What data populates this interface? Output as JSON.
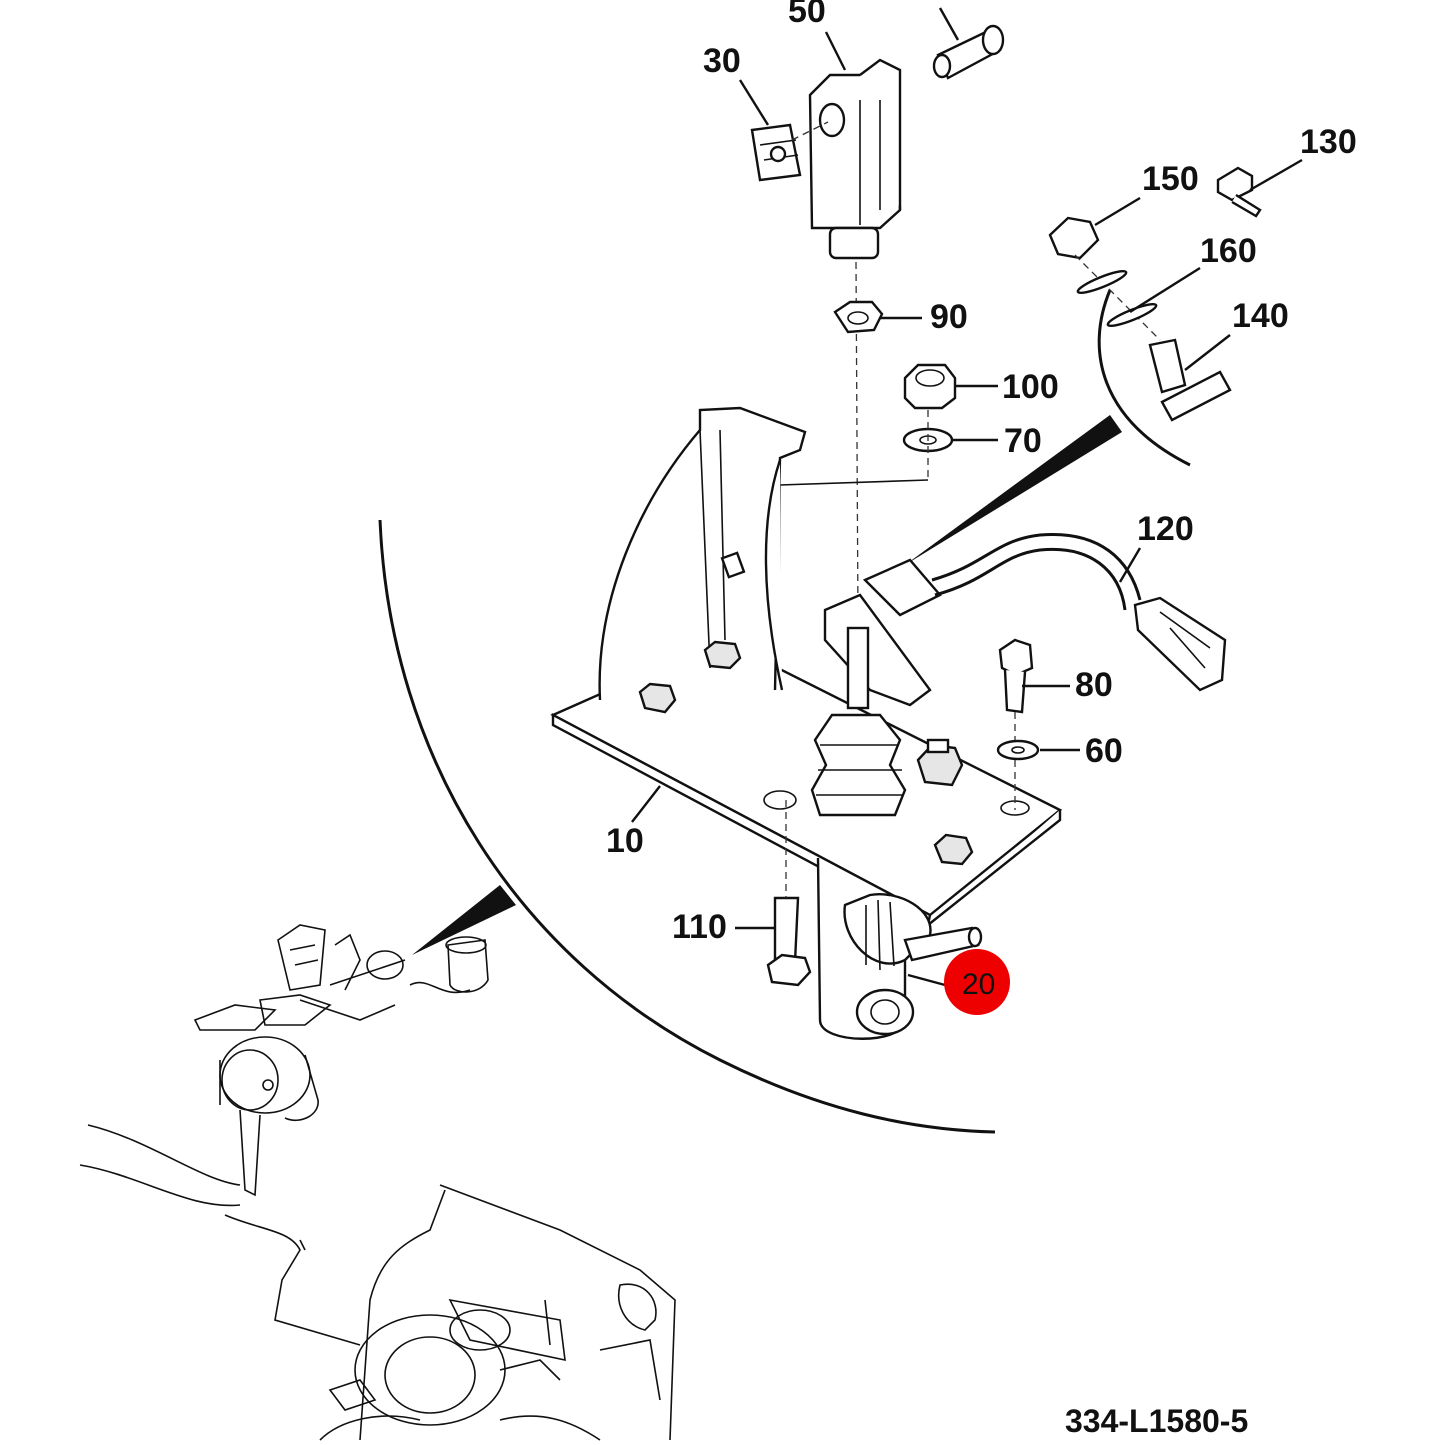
{
  "callouts": {
    "c50": "50",
    "c30": "30",
    "c130": "130",
    "c150": "150",
    "c160": "160",
    "c140": "140",
    "c90": "90",
    "c100": "100",
    "c70": "70",
    "c120": "120",
    "c80": "80",
    "c60": "60",
    "c10": "10",
    "c110": "110",
    "c20": "20"
  },
  "highlight": {
    "label": "20",
    "color": "#ee0000"
  },
  "drawing_number": "334-L1580-5",
  "colors": {
    "line": "#111111",
    "background": "#ffffff"
  }
}
